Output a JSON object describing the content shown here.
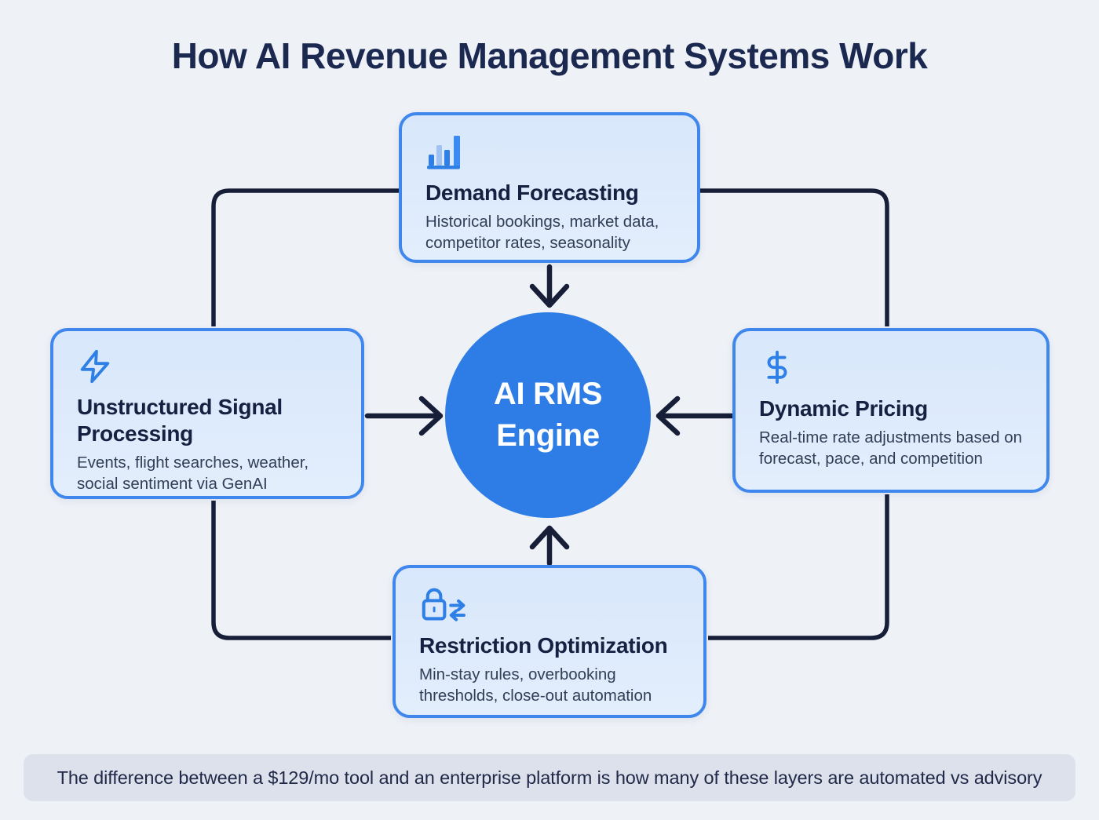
{
  "page": {
    "title": "How AI Revenue Management Systems Work"
  },
  "center": {
    "label": "AI RMS Engine",
    "shape": "circle",
    "fill_color": "#2e7de6",
    "text_color": "#ffffff"
  },
  "nodes": {
    "top": {
      "icon": "bar-chart-icon",
      "title": "Demand Forecasting",
      "description": "Historical bookings, market data, competitor rates, seasonality",
      "arrow_to_center": "down"
    },
    "left": {
      "icon": "lightning-bolt-icon",
      "title": "Unstructured Signal Processing",
      "description": "Events, flight searches, weather, social sentiment via GenAI",
      "arrow_to_center": "right"
    },
    "right": {
      "icon": "dollar-sign-icon",
      "title": "Dynamic Pricing",
      "description": "Real-time rate adjustments based on forecast, pace, and competition",
      "arrow_to_center": "left"
    },
    "bottom": {
      "icon": "lock-swap-icon",
      "title": "Restriction Optimization",
      "description": "Min-stay rules, overbooking thresholds, close-out automation",
      "arrow_to_center": "up"
    }
  },
  "footer": {
    "note": "The difference between a $129/mo tool and an enterprise platform is how many of these layers are automated vs advisory"
  },
  "colors": {
    "page_background": "#eef1f6",
    "box_fill": "#dbe9fb",
    "box_border": "#3f87ec",
    "icon_blue": "#2e7fe6",
    "icon_light_blue": "#9fc2f1",
    "connector_navy": "#161e38",
    "title_text": "#162142",
    "body_text": "#313e58",
    "page_title_text": "#1b2950",
    "footer_background": "#dde1ec",
    "footer_text": "#202a48"
  }
}
